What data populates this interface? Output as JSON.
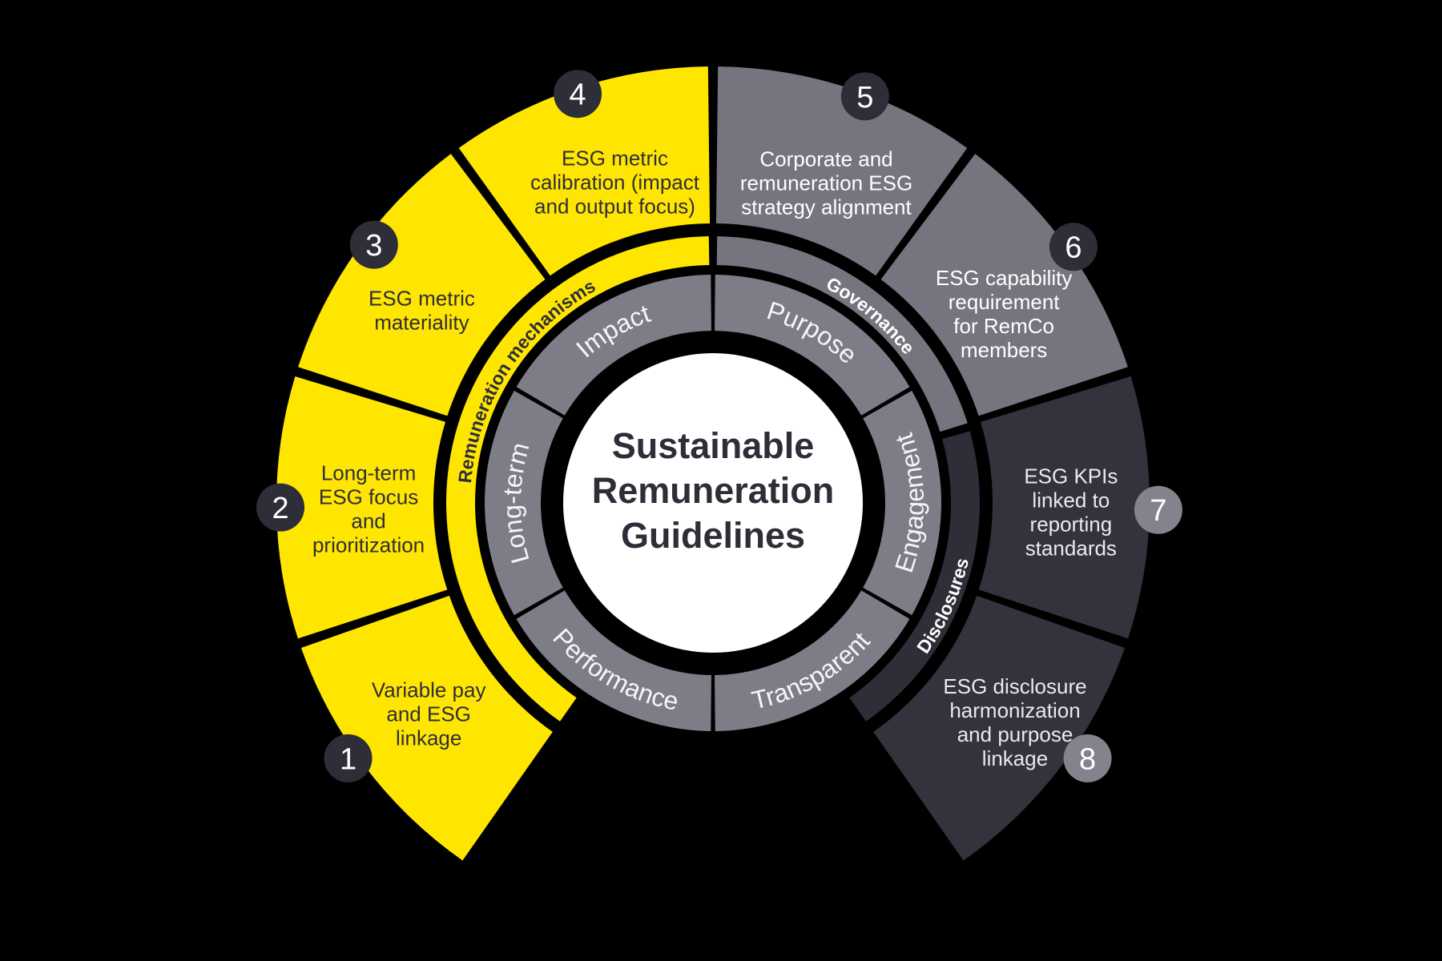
{
  "diagram_name": "Sustainable Remuneration Guidelines wheel",
  "center": {
    "title": "Sustainable Remuneration Guidelines",
    "lines": [
      "Sustainable",
      "Remuneration",
      "Guidelines"
    ]
  },
  "colors": {
    "background": "#000000",
    "yellow": "#FFE600",
    "gray": "#75757F",
    "inner_gray": "#7D7D87",
    "dark": "#33333E",
    "band_dark": "#2E2E38",
    "badge_dark": "#2E2E38",
    "badge_gray": "#83838E",
    "ink": "#2E2E38",
    "white": "#FFFFFF",
    "soft_white": "#E9E9F0"
  },
  "inner_ring": {
    "segments": [
      {
        "label": "Impact",
        "mid": -30,
        "flip": false
      },
      {
        "label": "Purpose",
        "mid": 30,
        "flip": false
      },
      {
        "label": "Engagement",
        "mid": 90,
        "flip": true
      },
      {
        "label": "Transparent",
        "mid": 150,
        "flip": true
      },
      {
        "label": "Performance",
        "mid": -150,
        "flip": true
      },
      {
        "label": "Long-term",
        "mid": -90,
        "flip": false
      }
    ]
  },
  "band": {
    "segments": [
      {
        "label": "Remuneration mechanisms",
        "start": -145,
        "end": -0.9,
        "fill": "yellow",
        "text": "ink",
        "mid": -57,
        "half_span": 55,
        "flip": false
      },
      {
        "label": "Governance",
        "start": 0.9,
        "end": 72.6,
        "fill": "gray",
        "text": "white",
        "mid": 40,
        "half_span": 33,
        "flip": false
      },
      {
        "label": "Disclosures",
        "start": 74.4,
        "end": 145,
        "fill": "band_dark",
        "text": "white",
        "mid": 114,
        "half_span": 34,
        "flip": true
      }
    ]
  },
  "outer_ring": {
    "segments": [
      {
        "number": "1",
        "lines": [
          "Variable pay",
          "and ESG",
          "linkage"
        ],
        "fill": "yellow",
        "text": "ink",
        "badge": "badge_dark"
      },
      {
        "number": "2",
        "lines": [
          "Long-term",
          "ESG focus",
          "and",
          "prioritization"
        ],
        "fill": "yellow",
        "text": "ink",
        "badge": "badge_dark"
      },
      {
        "number": "3",
        "lines": [
          "ESG metric",
          "materiality"
        ],
        "fill": "yellow",
        "text": "ink",
        "badge": "badge_dark"
      },
      {
        "number": "4",
        "lines": [
          "ESG metric",
          "calibration (impact",
          "and output focus)"
        ],
        "fill": "yellow",
        "text": "ink",
        "badge": "badge_dark"
      },
      {
        "number": "5",
        "lines": [
          "Corporate and",
          "remuneration ESG",
          "strategy alignment"
        ],
        "fill": "gray",
        "text": "white",
        "badge": "badge_dark"
      },
      {
        "number": "6",
        "lines": [
          "ESG capability",
          "requirement",
          "for RemCo",
          "members"
        ],
        "fill": "gray",
        "text": "white",
        "badge": "badge_dark"
      },
      {
        "number": "7",
        "lines": [
          "ESG KPIs",
          "linked to",
          "reporting",
          "standards"
        ],
        "fill": "dark",
        "text": "soft_white",
        "badge": "badge_gray"
      },
      {
        "number": "8",
        "lines": [
          "ESG disclosure",
          "harmonization",
          "and purpose",
          "linkage"
        ],
        "fill": "dark",
        "text": "soft_white",
        "badge": "badge_gray"
      }
    ]
  }
}
